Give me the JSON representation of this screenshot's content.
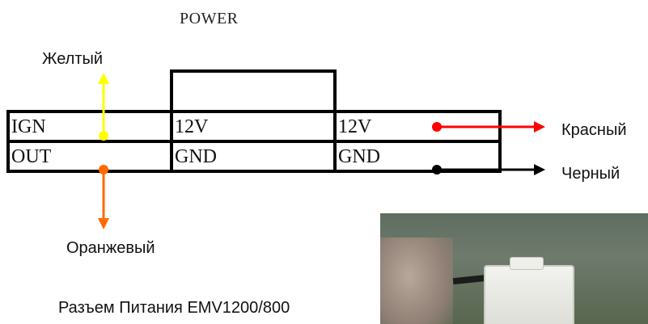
{
  "header": {
    "title": "POWER"
  },
  "connector_table": {
    "rows": [
      [
        "IGN",
        "12V",
        "12V"
      ],
      [
        "OUT",
        "GND",
        "GND"
      ]
    ]
  },
  "wires": {
    "yellow": {
      "label": "Желтый",
      "color": "#ffff00"
    },
    "orange": {
      "label": "Оранжевый",
      "color": "#ff6a00"
    },
    "red": {
      "label": "Красный",
      "color": "#ff0000"
    },
    "black": {
      "label": "Черный",
      "color": "#000000"
    }
  },
  "caption": "Разъем Питания EMV1200/800"
}
